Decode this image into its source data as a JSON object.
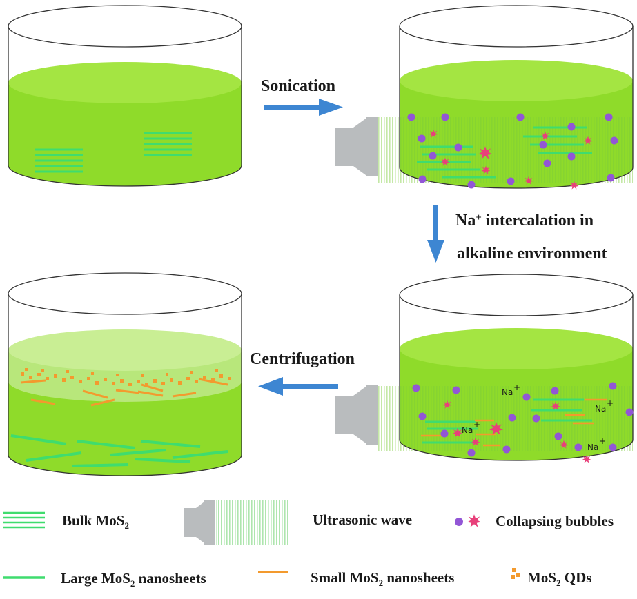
{
  "steps": {
    "sonication": "Sonication",
    "intercalation_line1": "intercalation in",
    "intercalation_ion": "Na",
    "intercalation_charge": "+",
    "intercalation_line2": "alkaline environment",
    "centrifugation": "Centrifugation"
  },
  "ion_labels": {
    "text": "Na",
    "charge": "+"
  },
  "legend": {
    "bulk": {
      "prefix": "Bulk MoS",
      "sub": "2"
    },
    "ultrasonic": "Ultrasonic wave",
    "bubbles": "Collapsing bubbles",
    "large": {
      "prefix": "Large MoS",
      "sub": "2",
      "suffix": " nanosheets"
    },
    "small": {
      "prefix": "Small MoS",
      "sub": "2",
      "suffix": " nanosheets"
    },
    "qds": {
      "prefix": "MoS",
      "sub": "2",
      "suffix": " QDs"
    }
  },
  "colors": {
    "liquid": "#8fdb2a",
    "liquid_top": "#a4e542",
    "liquid_top_settled": "#c9ee94",
    "sheet": "#3fdc6e",
    "small_sheet": "#f39a2e",
    "bubble": "#9256d6",
    "burst": "#e8407a",
    "arrow": "#3d86d2",
    "transducer": "#b9bcbe"
  }
}
